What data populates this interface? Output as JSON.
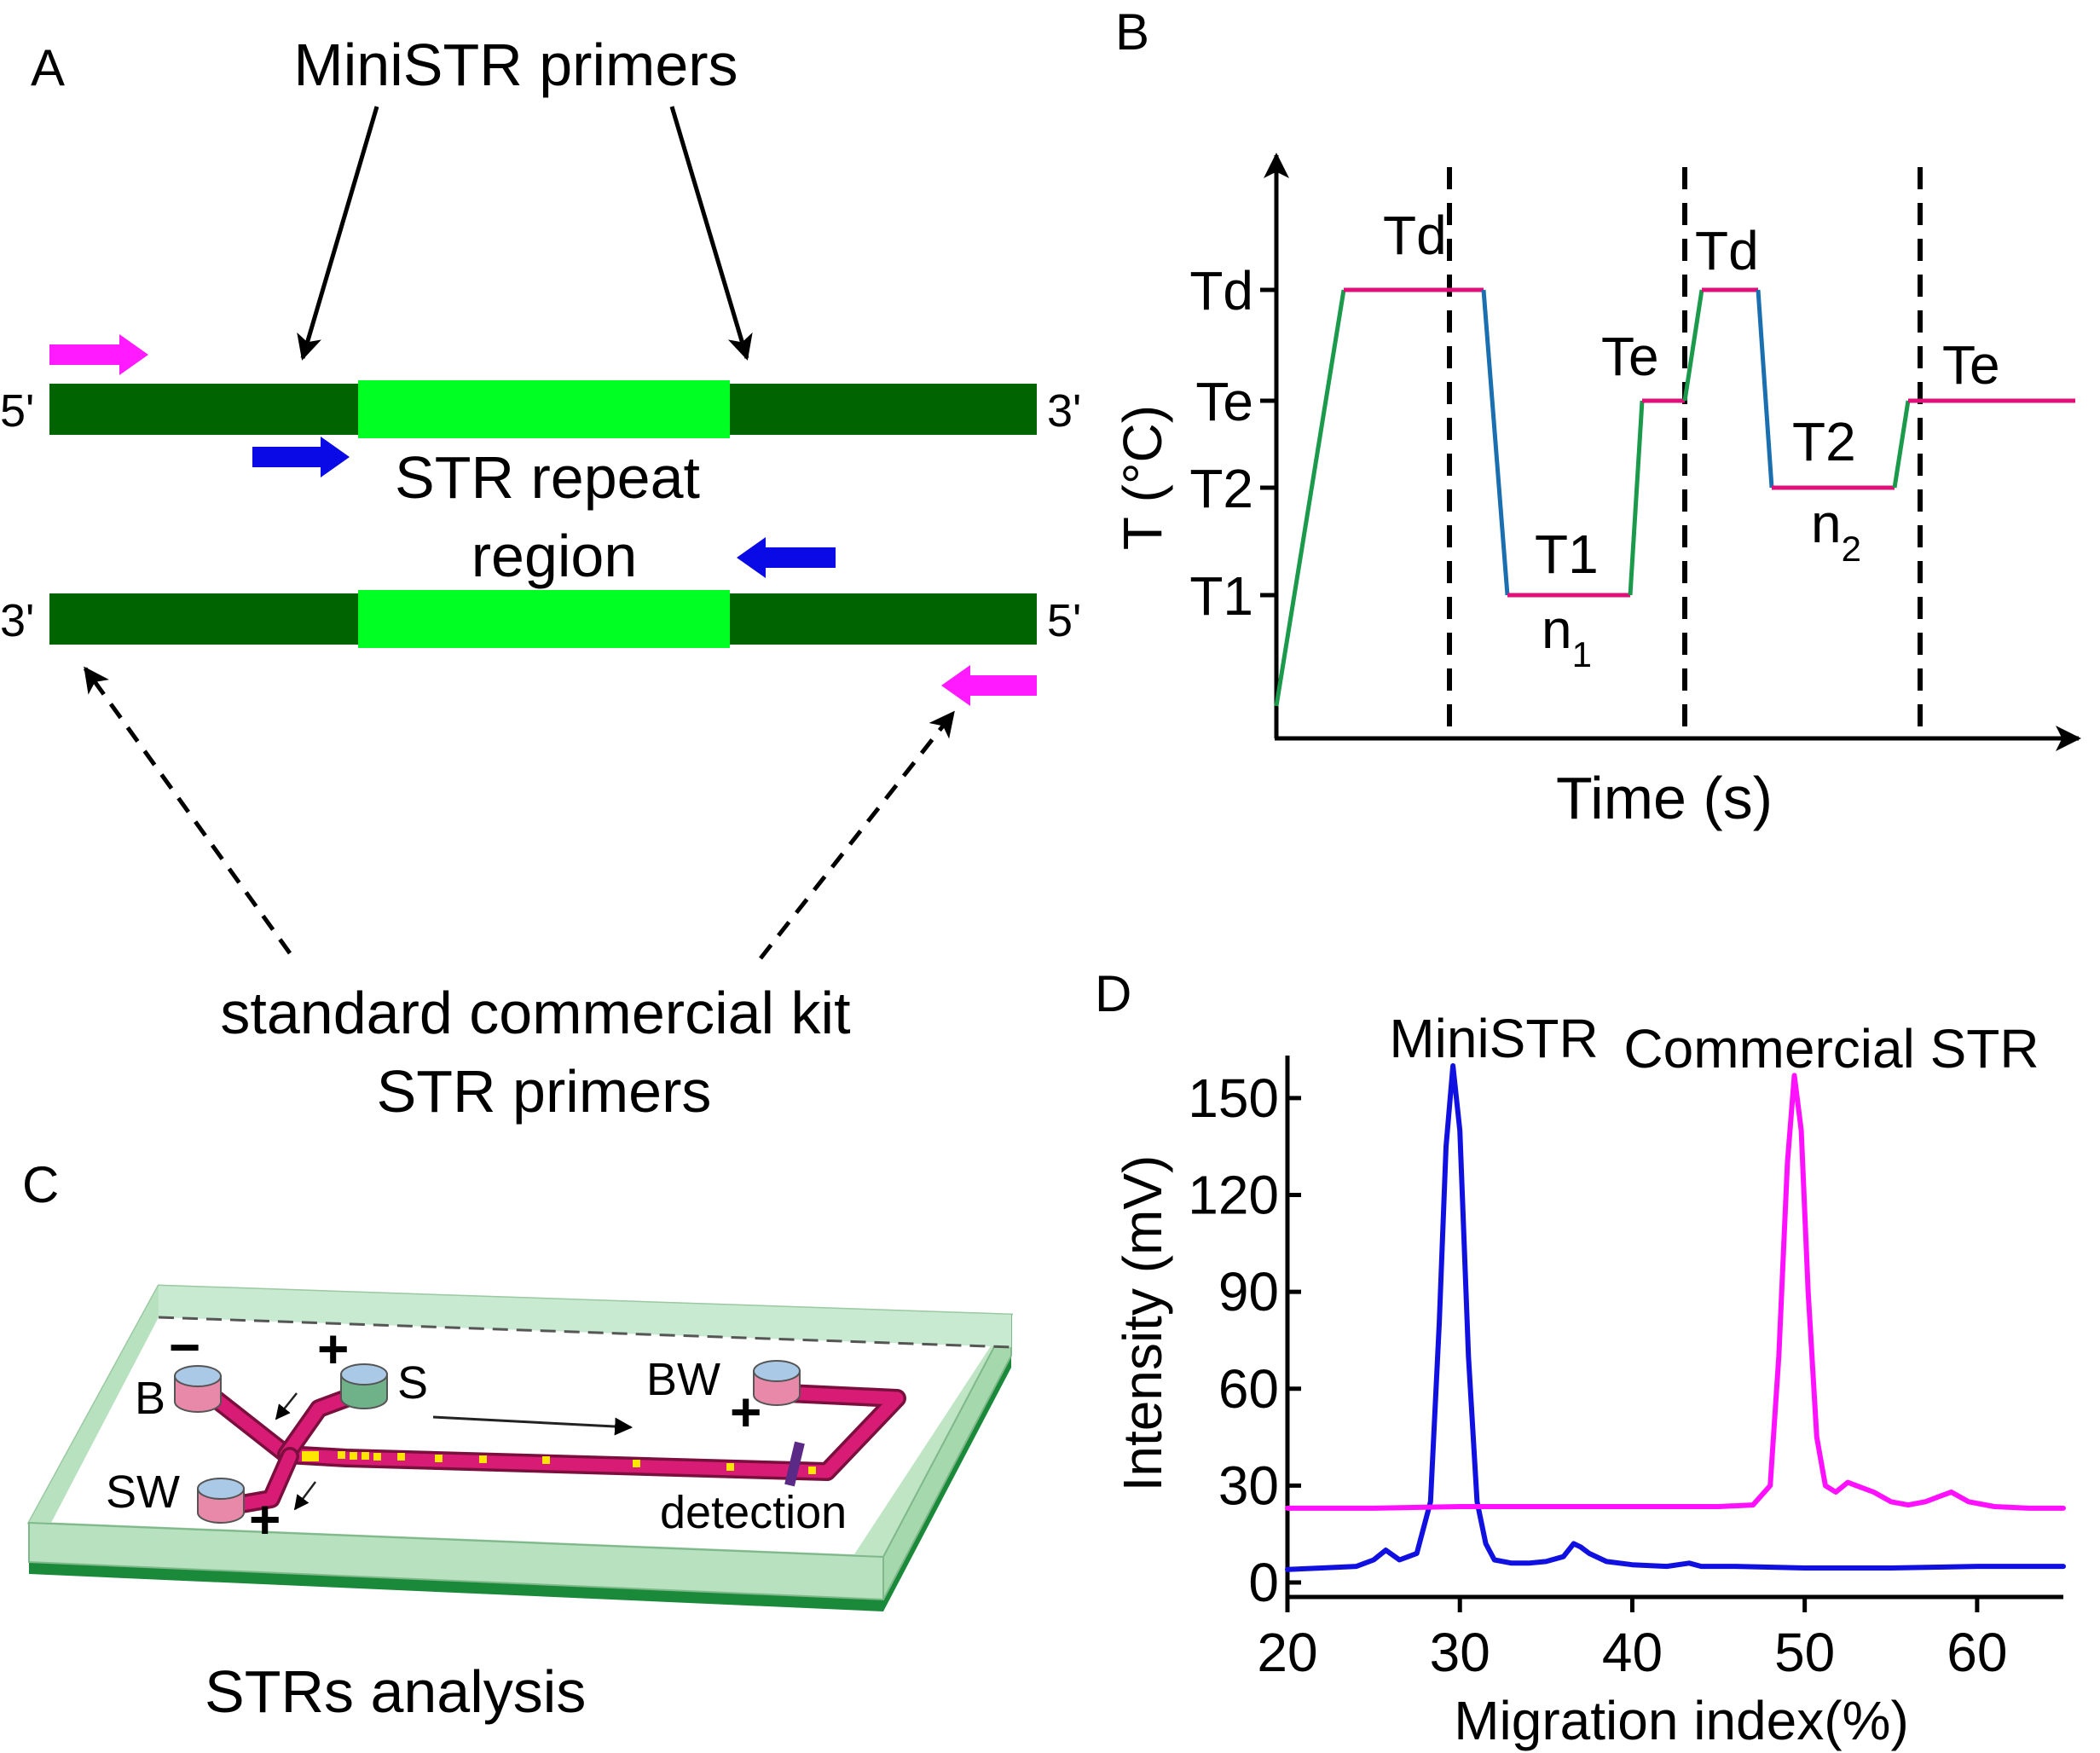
{
  "panel_a": {
    "letter": "A",
    "top_label": "MiniSTR primers",
    "region_label_line1": "STR repeat",
    "region_label_line2": "region",
    "bottom_label_line1": "standard commercial kit",
    "bottom_label_line2": "STR primers",
    "strand1_left": "5'",
    "strand1_right": "3'",
    "strand2_left": "3'",
    "strand2_right": "5'",
    "colors": {
      "flank": "#006400",
      "repeat": "#00ff22",
      "ministr_primer": "#0a0ae6",
      "commercial_primer": "#ff1aff"
    }
  },
  "panel_b": {
    "letter": "B",
    "y_axis_label": "T (°C)",
    "x_axis_label": "Time (s)",
    "y_ticks": [
      "Td",
      "Te",
      "T2",
      "T1"
    ],
    "segment_labels": {
      "td1": "Td",
      "td2": "Td",
      "te1": "Te",
      "te2": "Te",
      "t1": "T1",
      "t2": "T2",
      "n1": "n",
      "n1_sub": "1",
      "n2": "n",
      "n2_sub": "2"
    },
    "colors": {
      "hold": "#e0107a",
      "ramp_up": "#1a9a4a",
      "ramp_down": "#1a6fb0"
    }
  },
  "panel_c": {
    "letter": "C",
    "caption": "STRs analysis",
    "reservoirs": {
      "b": "B",
      "s": "S",
      "sw": "SW",
      "bw": "BW"
    },
    "polarity": {
      "b": "−",
      "s": "+",
      "sw": "+",
      "bw": "+"
    },
    "detection_label": "detection",
    "colors": {
      "channel": "#d81b74",
      "bands": "#ffe600",
      "chip_top": "#b8e2bf",
      "chip_base": "#1a8a3a",
      "detector": "#5b2a86"
    }
  },
  "panel_d": {
    "letter": "D",
    "chart_data": {
      "type": "line",
      "title": "",
      "xlabel": "Migration index(%)",
      "ylabel": "Intensity (mV)",
      "xlim": [
        20,
        65
      ],
      "ylim": [
        0,
        160
      ],
      "x_ticks": [
        "20",
        "30",
        "40",
        "50",
        "60"
      ],
      "y_ticks": [
        "0",
        "30",
        "60",
        "90",
        "120",
        "150"
      ],
      "annotations": [
        "MiniSTR",
        "Commercial STR"
      ],
      "series": [
        {
          "color": "#1010e0",
          "x": [
            20,
            22,
            24,
            25,
            25.7,
            26.5,
            27.5,
            28.3,
            28.8,
            29.2,
            29.6,
            30.0,
            30.5,
            31.0,
            31.5,
            32,
            33,
            34,
            35,
            36,
            36.6,
            37,
            37.5,
            38.5,
            40,
            42,
            43.3,
            44,
            46,
            50,
            55,
            60,
            65
          ],
          "y": [
            4,
            4.5,
            5,
            7,
            10,
            7,
            9,
            25,
            80,
            135,
            160,
            140,
            70,
            25,
            12,
            7,
            6,
            6,
            6.5,
            8,
            12,
            11,
            9,
            6.5,
            5.5,
            5,
            6,
            5,
            5,
            4.5,
            4.5,
            5,
            5
          ]
        },
        {
          "color": "#ff10ff",
          "x": [
            20,
            25,
            30,
            35,
            40,
            45,
            47,
            48,
            48.5,
            49,
            49.4,
            49.8,
            50.2,
            50.7,
            51.2,
            51.8,
            52.5,
            53,
            54,
            55,
            56,
            57,
            58,
            58.5,
            59.5,
            61,
            63,
            65
          ],
          "y": [
            23,
            23,
            23.5,
            23.5,
            23.5,
            23.5,
            24,
            30,
            70,
            130,
            157,
            140,
            90,
            45,
            30,
            28,
            31,
            30,
            28,
            25,
            24,
            25,
            27,
            28,
            25,
            23.5,
            23,
            23
          ]
        }
      ]
    }
  }
}
